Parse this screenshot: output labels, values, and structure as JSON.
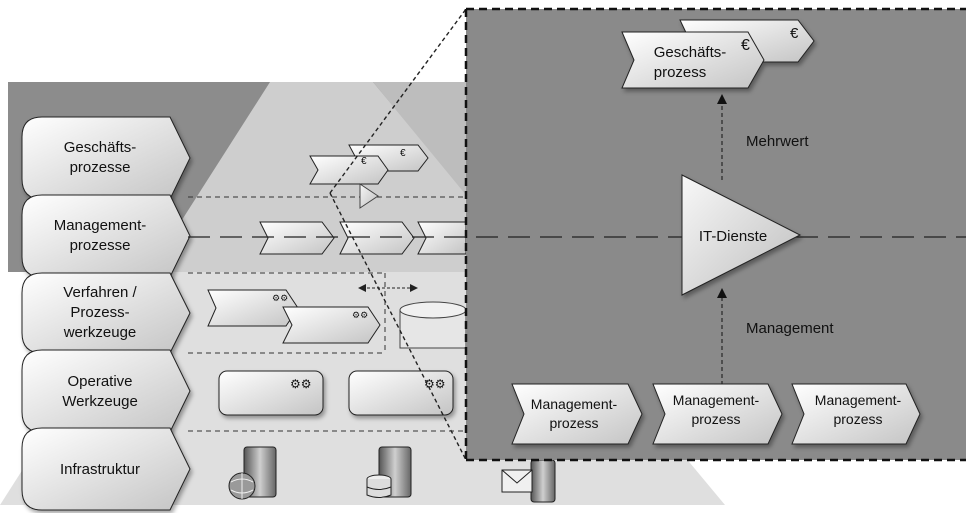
{
  "layers": [
    {
      "lines": [
        "Geschäfts-",
        "prozesse"
      ]
    },
    {
      "lines": [
        "Management-",
        "prozesse"
      ]
    },
    {
      "lines": [
        "Verfahren /",
        "Prozess-",
        "werkzeuge"
      ]
    },
    {
      "lines": [
        "Operative",
        "Werkzeuge"
      ]
    },
    {
      "lines": [
        "Infrastruktur"
      ]
    }
  ],
  "zoom": {
    "business_process": {
      "lines": [
        "Geschäfts-",
        "prozess"
      ],
      "symbol": "€"
    },
    "value_label": "Mehrwert",
    "it_services_label": "IT-Dienste",
    "management_label": "Management",
    "management_processes": [
      {
        "lines": [
          "Management-",
          "prozess"
        ]
      },
      {
        "lines": [
          "Management-",
          "prozess"
        ]
      },
      {
        "lines": [
          "Management-",
          "prozess"
        ]
      }
    ]
  },
  "symbols": {
    "euro": "€",
    "gears": "⚙⚙"
  },
  "icons": [
    "globe-server-icon",
    "database-server-icon",
    "mail-server-icon"
  ],
  "colors": {
    "dark_band": "#8c8c8c",
    "light_band": "#d8d8d8",
    "zoom_fill": "#8a8a8a",
    "shape_light": "#f4f4f4",
    "shape_mid": "#cfcfcf"
  }
}
